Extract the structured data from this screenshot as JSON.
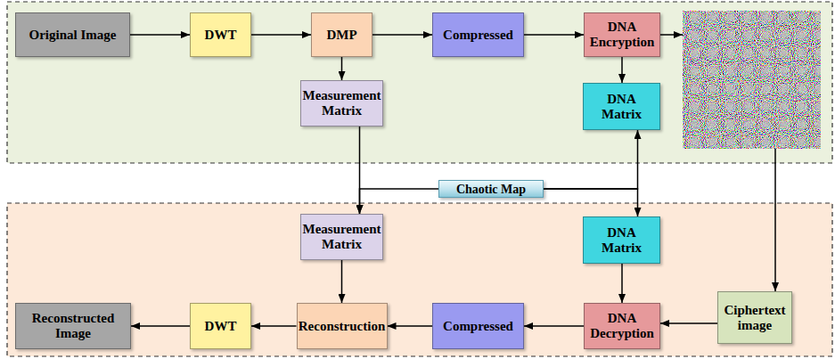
{
  "diagram": {
    "nodes": [
      {
        "text": [
          "Original Image"
        ]
      },
      {
        "text": [
          "DWT"
        ]
      },
      {
        "text": [
          "DMP"
        ]
      },
      {
        "text": [
          "Compressed"
        ]
      },
      {
        "text": [
          "DNA Encryption"
        ]
      },
      {
        "text": [
          "Measurement Matrix"
        ]
      },
      {
        "text": [
          "DNA Matrix"
        ]
      },
      {
        "text": [
          "Chaotic Map"
        ]
      },
      {
        "text": [
          "Measurement Matrix"
        ]
      },
      {
        "text": [
          "DNA Matrix"
        ]
      },
      {
        "text": [
          "Reconstructed Image"
        ]
      },
      {
        "text": [
          "DWT"
        ]
      },
      {
        "text": [
          "Reconstruction"
        ]
      },
      {
        "text": [
          "Compressed"
        ]
      },
      {
        "text": [
          "DNA Decryption"
        ]
      },
      {
        "text": [
          "Ciphertext image"
        ]
      }
    ],
    "edges": [
      {
        "from": 0,
        "to": 1,
        "arrow": "to"
      },
      {
        "from": 1,
        "to": 2,
        "arrow": "to"
      },
      {
        "from": 2,
        "to": 3,
        "arrow": "to"
      },
      {
        "from": 3,
        "to": 4,
        "arrow": "to"
      },
      {
        "from": 2,
        "to": 5,
        "arrow": "to"
      },
      {
        "from": 4,
        "to": 6,
        "arrow": "to"
      },
      {
        "from": 5,
        "to": 8,
        "arrow": "to"
      },
      {
        "from": 7,
        "to": 8,
        "arrow": "to"
      },
      {
        "from": 7,
        "to": 6,
        "arrow": "to"
      },
      {
        "from": 7,
        "to": 9,
        "arrow": "to"
      },
      {
        "from": 9,
        "to": 14,
        "arrow": "to"
      },
      {
        "from": 8,
        "to": 12,
        "arrow": "to"
      },
      {
        "from": 15,
        "to": 14,
        "arrow": "to"
      },
      {
        "from": 14,
        "to": 13,
        "arrow": "to"
      },
      {
        "from": 13,
        "to": 12,
        "arrow": "to"
      },
      {
        "from": 12,
        "to": 11,
        "arrow": "to"
      },
      {
        "from": 11,
        "to": 10,
        "arrow": "to"
      }
    ]
  }
}
